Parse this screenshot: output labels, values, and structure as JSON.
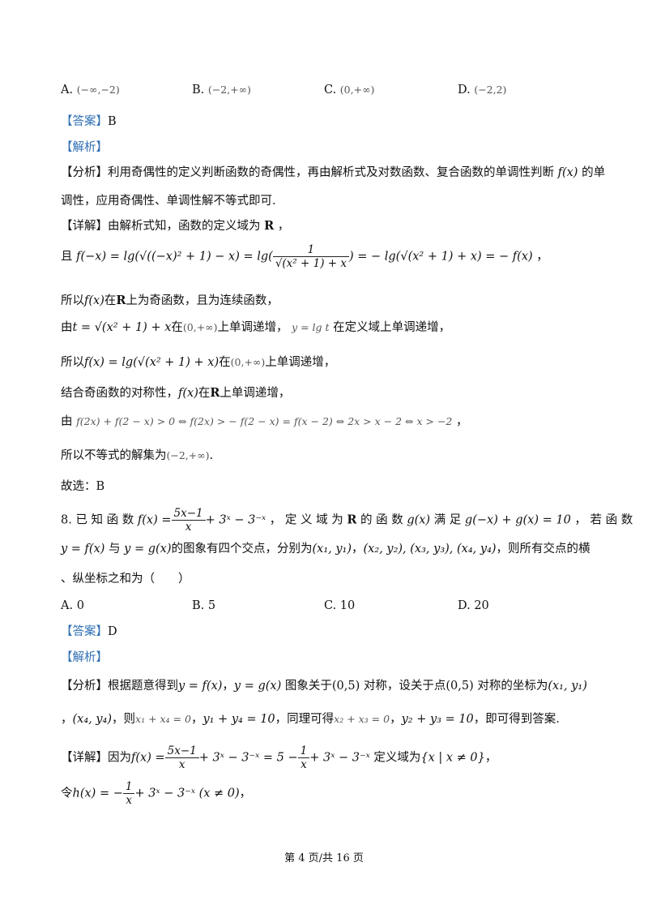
{
  "q7_options": {
    "a_label": "A.",
    "a_value": "(−∞,−2)",
    "b_label": "B.",
    "b_value": "(−2,+∞)",
    "c_label": "C.",
    "c_value": "(0,+∞)",
    "d_label": "D.",
    "d_value": "(−2,2)"
  },
  "q7": {
    "answer_tag": "【答案】",
    "answer_value": "B",
    "analysis_tag": "【解析】",
    "fenxi_tag": "【分析】",
    "fenxi_text_1": "利用奇偶性的定义判断函数的奇偶性，再由解析式及对数函数、复合函数的单调性判断",
    "fenxi_math_1": "f(x)",
    "fenxi_text_2": "的单",
    "fenxi_line2": "调性，应用奇偶性、单调性解不等式即可.",
    "detail_tag": "【详解】",
    "detail_text_1": "由解析式知，函数的定义域为",
    "detail_math_1": "R",
    "detail_text_2": "，",
    "line_qie_prefix": "且",
    "line_qie_math_1": "f(−x) = lg(√((−x)² + 1) − x) = lg(",
    "line_qie_frac_num": "1",
    "line_qie_frac_den": "√(x² + 1) + x",
    "line_qie_math_2": ") = − lg(√(x² + 1) + x) = − f(x)",
    "line_qie_suffix": "，",
    "line_odd_text_1": "所以",
    "line_odd_math_1": "f(x)",
    "line_odd_text_2": "在",
    "line_odd_math_2": "R",
    "line_odd_text_3": "上为奇函数，且为连续函数，",
    "line_t_prefix": "由",
    "line_t_math_1": "t = √(x² + 1) + x",
    "line_t_text_1": "在",
    "line_t_math_2": "(0,+∞)",
    "line_t_text_2": "上单调递增，",
    "line_t_math_3": "y = lg t",
    "line_t_text_3": "在定义域上单调递增，",
    "line_inc_prefix": "所以",
    "line_inc_math_1": "f(x) = lg(√(x² + 1) + x)",
    "line_inc_text_1": "在",
    "line_inc_math_2": "(0,+∞)",
    "line_inc_text_2": "上单调递增，",
    "line_sym_text_1": "结合奇函数的对称性，",
    "line_sym_math_1": "f(x)",
    "line_sym_text_2": "在",
    "line_sym_math_2": "R",
    "line_sym_text_3": "上单调递增，",
    "line_ineq_prefix": "由",
    "line_ineq_math": "f(2x) + f(2 − x) > 0 ⇔ f(2x) > − f(2 − x) = f(x − 2) ⇔ 2x > x − 2 ⇔ x > −2",
    "line_ineq_suffix": "，",
    "line_sol_text": "所以不等式的解集为",
    "line_sol_math": "(−2,+∞)",
    "line_sol_suffix": ".",
    "choice_text": "故选：B"
  },
  "q8": {
    "stem_1_a": "8. 已 知 函 数",
    "stem_1_math_1": "f(x) =",
    "stem_1_frac_num": "5x−1",
    "stem_1_frac_den": "x",
    "stem_1_math_2": "+ 3ˣ − 3⁻ˣ",
    "stem_1_b": "， 定 义 域 为",
    "stem_1_math_3": "R",
    "stem_1_c": "的 函 数",
    "stem_1_math_4": "g(x)",
    "stem_1_d": "满 足",
    "stem_1_math_5": "g(−x) + g(x) = 10",
    "stem_1_e": "， 若 函 数",
    "stem_2_math_1": "y = f(x)",
    "stem_2_a": "与",
    "stem_2_math_2": "y = g(x)",
    "stem_2_b": "的图象有四个交点，分别为",
    "stem_2_math_3": "(x₁, y₁)",
    "stem_2_c": "，",
    "stem_2_math_4": "(x₂, y₂), (x₃, y₃), (x₄, y₄)",
    "stem_2_d": "，则所有交点的横",
    "stem_3": "、纵坐标之和为（　　）",
    "opt_a_label": "A.",
    "opt_a_value": "0",
    "opt_b_label": "B.",
    "opt_b_value": "5",
    "opt_c_label": "C.",
    "opt_c_value": "10",
    "opt_d_label": "D.",
    "opt_d_value": "20",
    "answer_tag": "【答案】",
    "answer_value": "D",
    "analysis_tag": "【解析】",
    "fenxi_tag": "【分析】",
    "fenxi_1_a": "根据题意得到",
    "fenxi_1_math_1": "y = f(x)",
    "fenxi_1_b": "，",
    "fenxi_1_math_2": "y = g(x)",
    "fenxi_1_c": "图象关于",
    "fenxi_1_math_3": "(0,5)",
    "fenxi_1_d": "对称，设关于点",
    "fenxi_1_math_4": "(0,5)",
    "fenxi_1_e": "对称的坐标为",
    "fenxi_1_math_5": "(x₁, y₁)",
    "fenxi_2_a": "，",
    "fenxi_2_math_1": "(x₄, y₄)",
    "fenxi_2_b": "，则",
    "fenxi_2_math_2": "x₁ + x₄ = 0",
    "fenxi_2_c": "，",
    "fenxi_2_math_3": "y₁ + y₄ = 10",
    "fenxi_2_d": "，同理可得",
    "fenxi_2_math_4": "x₂ + x₃ = 0",
    "fenxi_2_e": "，",
    "fenxi_2_math_5": "y₂ + y₃ = 10",
    "fenxi_2_f": "，即可得到答案.",
    "detail_tag": "【详解】",
    "detail_1_a": "因为",
    "detail_1_math_1": "f(x) =",
    "detail_1_frac1_num": "5x−1",
    "detail_1_frac1_den": "x",
    "detail_1_math_2": "+ 3ˣ − 3⁻ˣ = 5 −",
    "detail_1_frac2_num": "1",
    "detail_1_frac2_den": "x",
    "detail_1_math_3": "+ 3ˣ − 3⁻ˣ",
    "detail_1_b": "定义域为",
    "detail_1_math_4": "{x | x ≠ 0}",
    "detail_1_c": "，",
    "detail_2_a": "令",
    "detail_2_math_1": "h(x) = −",
    "detail_2_frac_num": "1",
    "detail_2_frac_den": "x",
    "detail_2_math_2": "+ 3ˣ − 3⁻ˣ (x ≠ 0)",
    "detail_2_b": "，"
  },
  "footer": {
    "page_label": "第 4 页/共 16 页"
  }
}
